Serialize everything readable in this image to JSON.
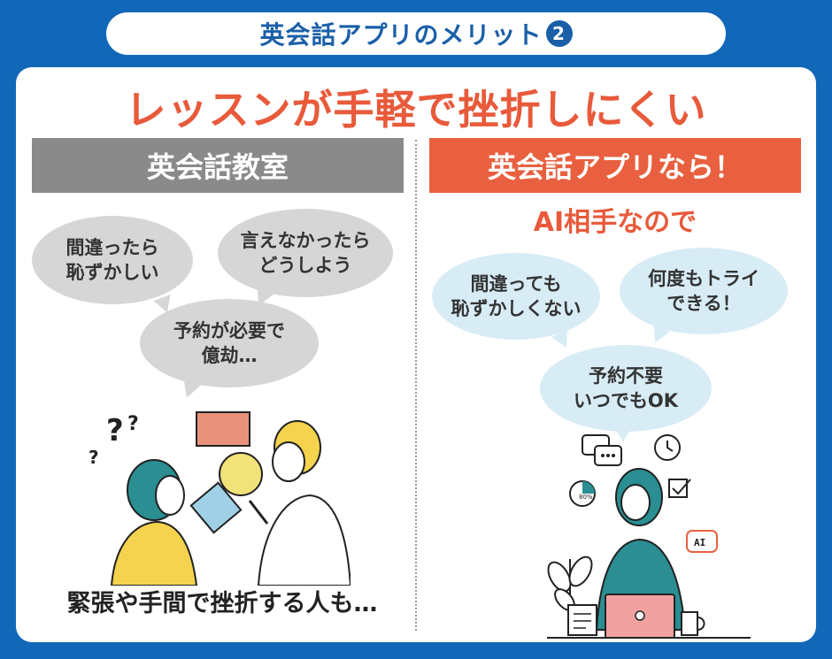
{
  "header": {
    "title": "英会話アプリのメリット",
    "number": "2"
  },
  "headline": "レッスンが手軽で挫折しにくい",
  "left": {
    "banner": "英会話教室",
    "bubbles": [
      {
        "line1": "間違ったら",
        "line2": "恥ずかしい"
      },
      {
        "line1": "言えなかったら",
        "line2": "どうしよう"
      },
      {
        "line1": "予約が必要で",
        "line2": "億劫…"
      }
    ],
    "caption": "緊張や手間で挫折する人も…"
  },
  "right": {
    "banner": "英会話アプリなら！",
    "subhead": "AI相手なので",
    "bubbles": [
      {
        "line1": "間違っても",
        "line2": "恥ずかしくない"
      },
      {
        "line1": "何度もトライ",
        "line2": "できる！"
      },
      {
        "line1": "予約不要",
        "line2": "いつでもOK"
      }
    ],
    "illustration": {
      "chart_label": "80%",
      "badge_label": "AI"
    }
  },
  "colors": {
    "background": "#1268b8",
    "accent_red": "#e85a3a",
    "gray_banner": "#8a8a8a",
    "bubble_gray": "#d6d6d6",
    "bubble_blue": "#d8ecf6"
  }
}
